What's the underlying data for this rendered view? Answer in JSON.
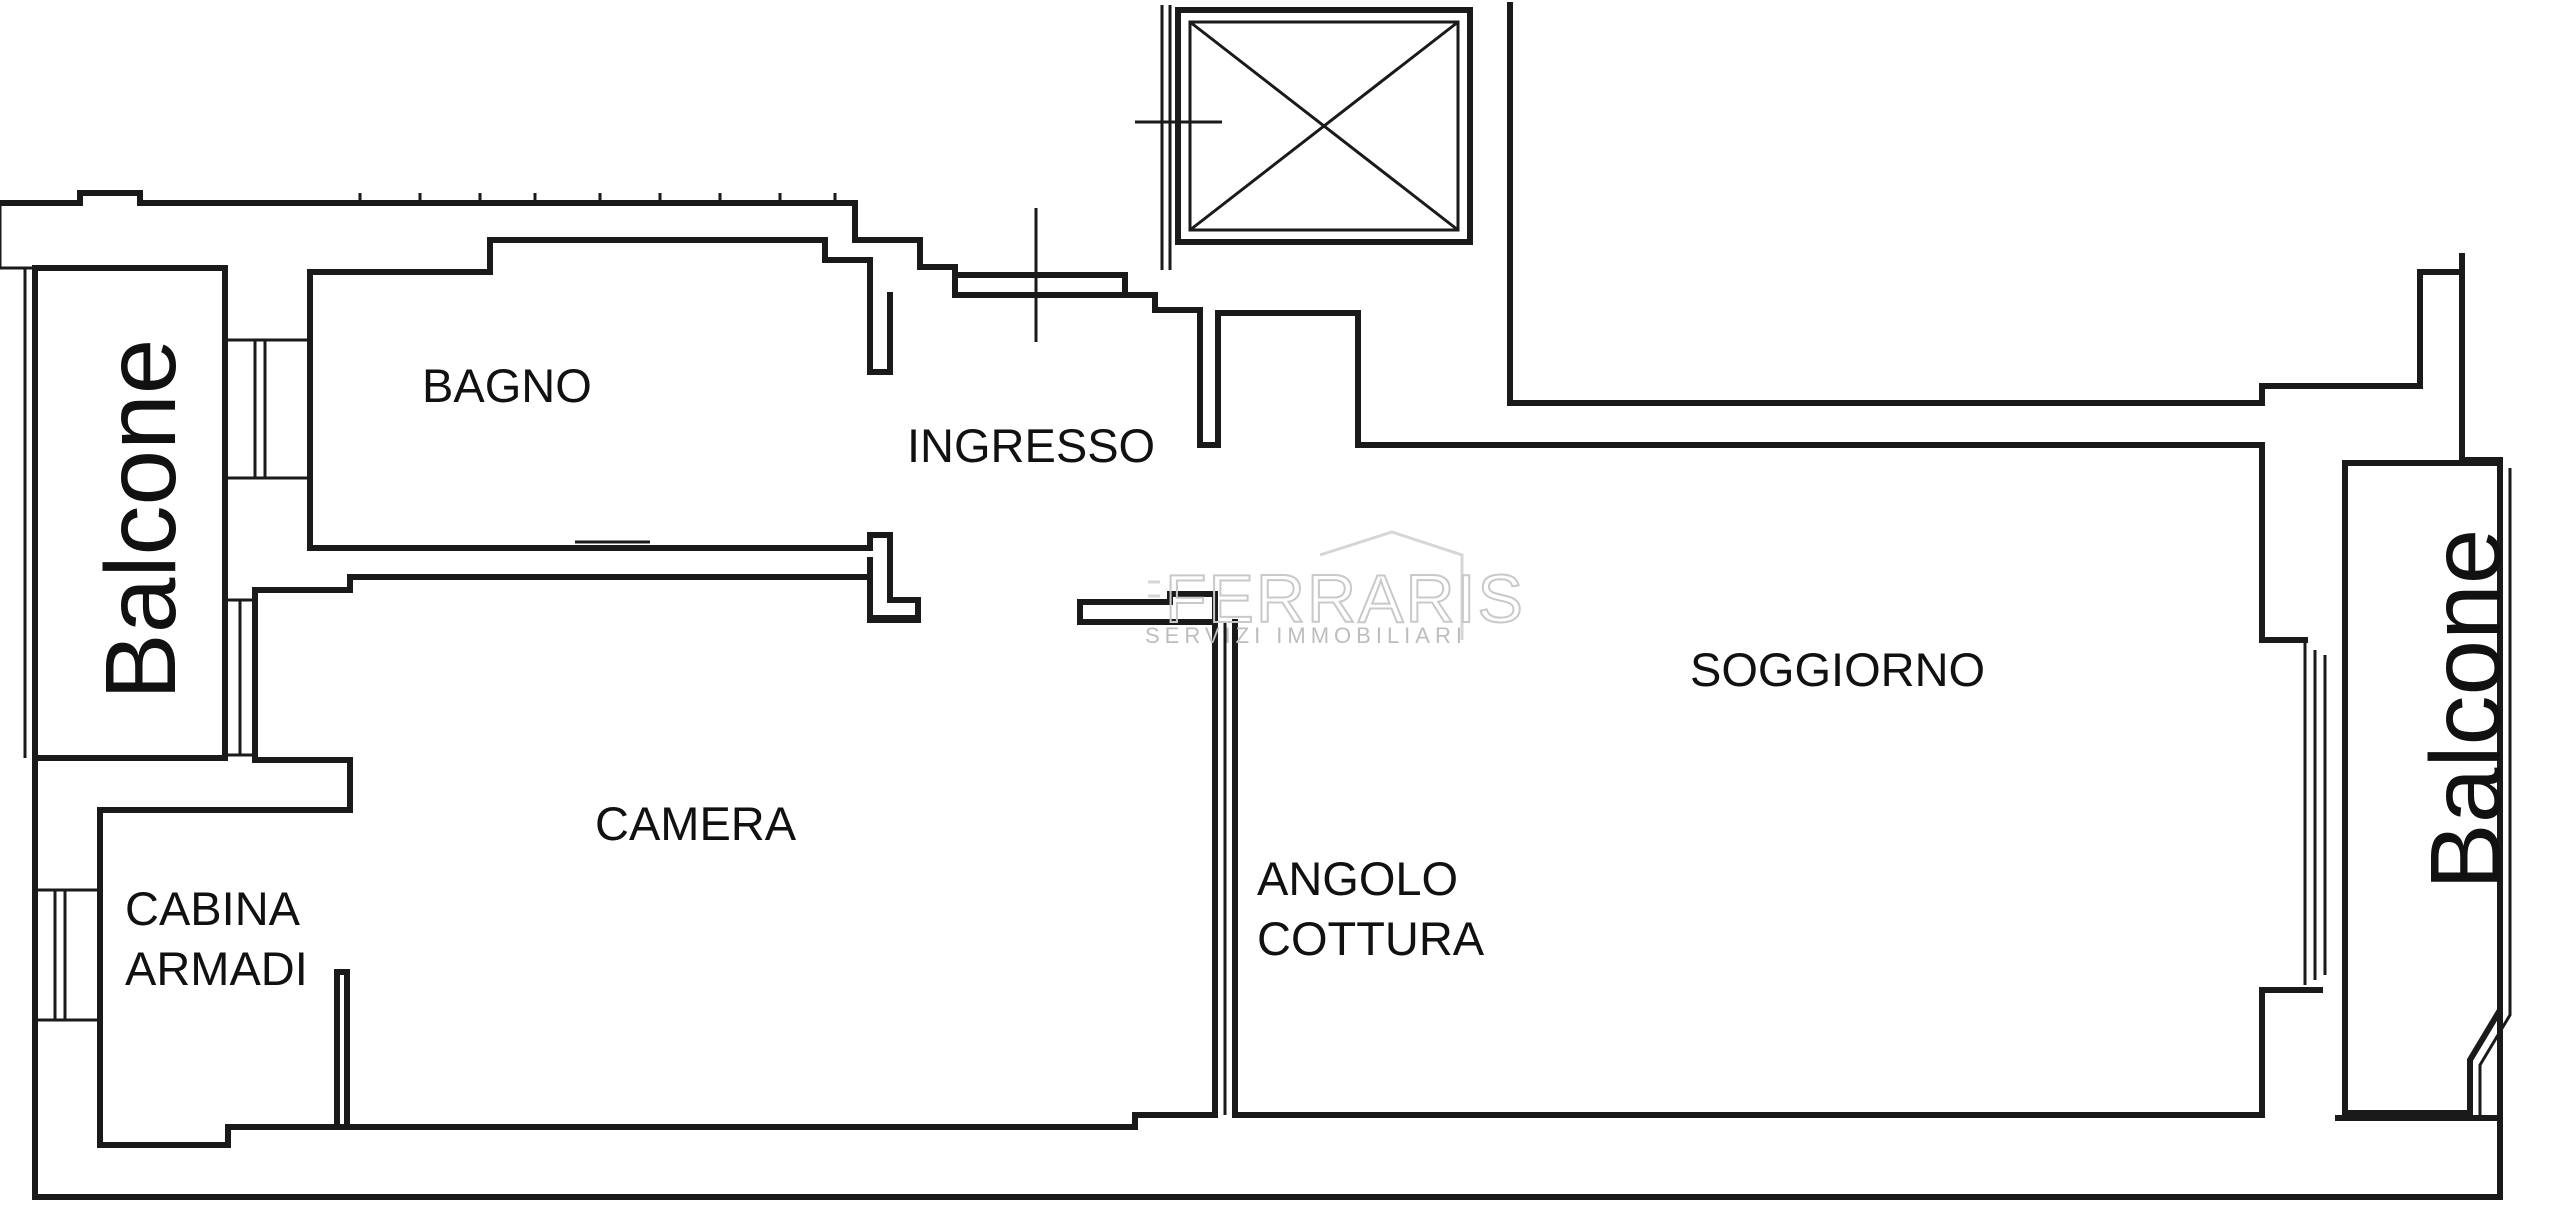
{
  "rooms": {
    "bagno": "BAGNO",
    "ingresso": "INGRESSO",
    "soggiorno": "SOGGIORNO",
    "camera": "CAMERA",
    "angolo_line1": "ANGOLO",
    "angolo_line2": "COTTURA",
    "cabina_line1": "CABINA",
    "cabina_line2": "ARMADI"
  },
  "balconies": {
    "left": "Balcone",
    "right": "Balcone"
  },
  "watermark": {
    "brand": "FERRARIS",
    "tagline": "SERVIZI IMMOBILIARI",
    "color": "#c9c9c9"
  },
  "colors": {
    "wall": "#1a1a1a",
    "background": "#ffffff"
  }
}
